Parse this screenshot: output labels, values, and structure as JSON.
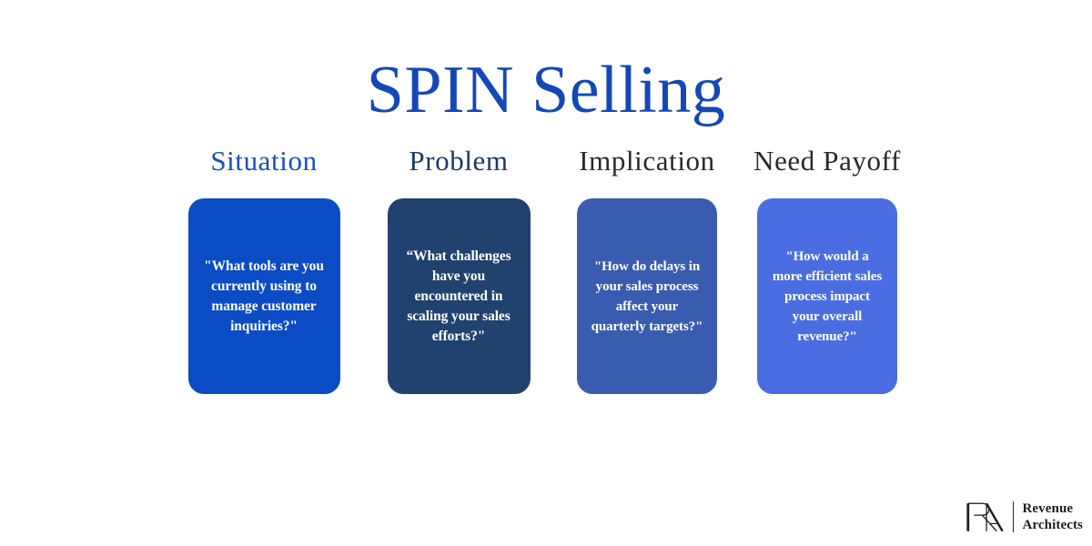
{
  "slide": {
    "title": "SPIN Selling",
    "background_color": "#ffffff",
    "title_color": "#1348b8"
  },
  "columns": [
    {
      "heading": "Situation",
      "heading_color": "#1a4fc0",
      "card_color": "#0b4bc4",
      "question": "\"What tools are you currently using to manage customer inquiries?\""
    },
    {
      "heading": "Problem",
      "heading_color": "#1e3a63",
      "card_color": "#21416e",
      "question": "“What challenges have you encountered in scaling your sales efforts?\""
    },
    {
      "heading": "Implication",
      "heading_color": "#2a2a2a",
      "card_color": "#3a5cb0",
      "question": "\"How do delays in your sales process affect your quarterly targets?\""
    },
    {
      "heading": "Need Payoff",
      "heading_color": "#2a2a2a",
      "card_color": "#4a6ee2",
      "question": "\"How would a more efficient sales process impact your overall revenue?\""
    }
  ],
  "logo": {
    "monogram": "RA",
    "line1": "Revenue",
    "line2": "Architects"
  }
}
